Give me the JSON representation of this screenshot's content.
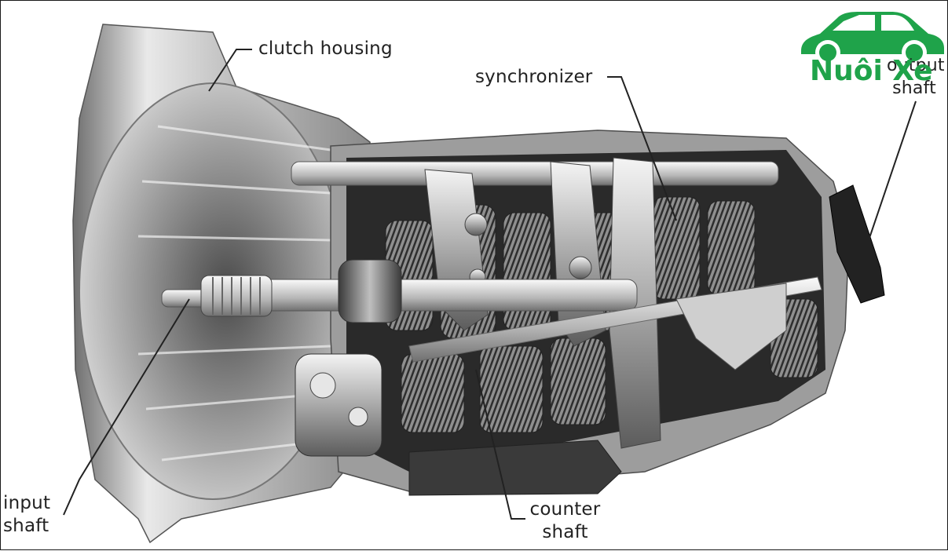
{
  "labels": {
    "clutch_housing": "clutch housing",
    "synchronizer": "synchronizer",
    "output_shaft": "output\nshaft",
    "input_shaft": "input\nshaft",
    "counter_shaft": "counter\nshaft"
  },
  "watermark": {
    "text": "Nuôi Xe",
    "icon": "car-icon",
    "color": "#1fa34a"
  }
}
